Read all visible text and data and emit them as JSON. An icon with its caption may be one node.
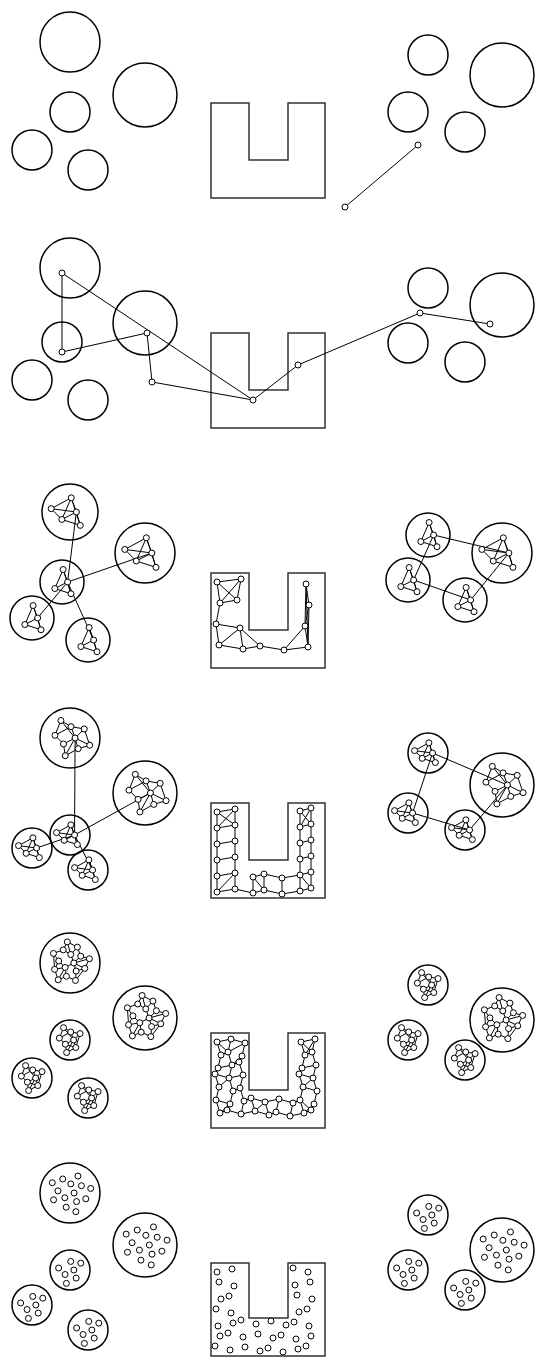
{
  "diagram": {
    "nodes": [
      {
        "text": [],
        "shape": "circle"
      },
      {
        "text": [],
        "shape": "circle"
      },
      {
        "text": [],
        "shape": "circle"
      },
      {
        "text": [],
        "shape": "circle"
      },
      {
        "text": [],
        "shape": "circle"
      },
      {
        "text": [],
        "shape": "circle"
      },
      {
        "text": [],
        "shape": "circle"
      },
      {
        "text": [],
        "shape": "circle"
      },
      {
        "text": [],
        "shape": "circle"
      },
      {
        "text": [],
        "shape": "circle"
      }
    ],
    "edges": [
      {
        "from": 0,
        "to": 1,
        "arrow": "none"
      },
      {
        "from": 2,
        "to": 6,
        "arrow": "none"
      },
      {
        "from": 6,
        "to": 5,
        "arrow": "none"
      },
      {
        "from": 5,
        "to": 8,
        "arrow": "none"
      },
      {
        "from": 8,
        "to": 9,
        "arrow": "none"
      },
      {
        "from": 9,
        "to": 7,
        "arrow": "none"
      },
      {
        "from": 7,
        "to": 3,
        "arrow": "none"
      },
      {
        "from": 3,
        "to": 4,
        "arrow": "none"
      },
      {
        "from": 2,
        "to": 9,
        "arrow": "none"
      }
    ]
  }
}
